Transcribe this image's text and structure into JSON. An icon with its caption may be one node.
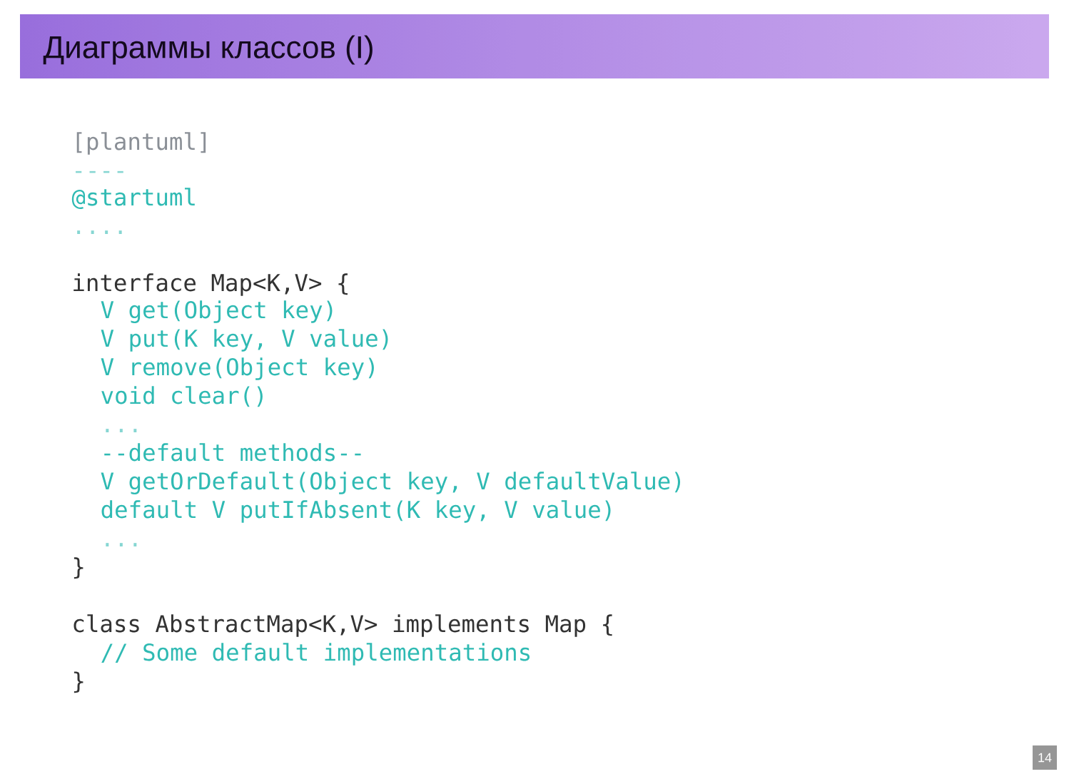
{
  "diagram": {
    "title": "Диаграммы классов (I)",
    "labels": [
      "[plantuml]",
      "----",
      "@startuml",
      "....",
      "interface Map<K,V> {",
      "V get(Object key)",
      "V put(K key, V value)",
      "V remove(Object key)",
      "void clear()",
      "...",
      "--default methods--",
      "V getOrDefault(Object key, V defaultValue)",
      "default V putIfAbsent(K key, V value)",
      "...",
      "}",
      "class AbstractMap<K,V> implements Map {",
      "// Some default implementations",
      "}",
      "14"
    ]
  }
}
